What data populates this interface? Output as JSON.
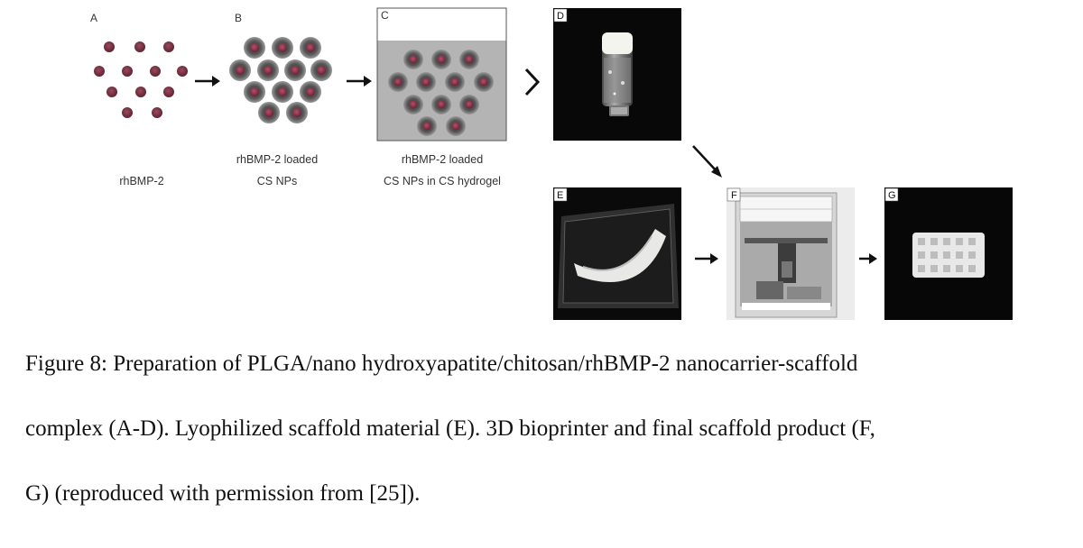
{
  "panels": {
    "a": {
      "letter": "A",
      "label": "rhBMP-2"
    },
    "b": {
      "letter": "B",
      "label_line1": "rhBMP-2 loaded",
      "label_line2": "CS NPs"
    },
    "c": {
      "letter": "C",
      "label_line1": "rhBMP-2 loaded",
      "label_line2": "CS NPs in CS hydrogel"
    },
    "d": {
      "letter": "D"
    },
    "e": {
      "letter": "E"
    },
    "f": {
      "letter": "F"
    },
    "g": {
      "letter": "G"
    }
  },
  "caption": {
    "line1": "Figure 8: Preparation of PLGA/nano hydroxyapatite/chitosan/rhBMP-2 nanocarrier-scaffold",
    "line2": "complex (A-D). Lyophilized scaffold material (E). 3D bioprinter and final scaffold product (F,",
    "line3": "G) (reproduced with permission from [25])."
  },
  "colors": {
    "particle_core": "#7a2a3a",
    "particle_shell": "#6e6e6e",
    "hydrogel": "#b4b4b4",
    "photo_bg": "#080808"
  }
}
